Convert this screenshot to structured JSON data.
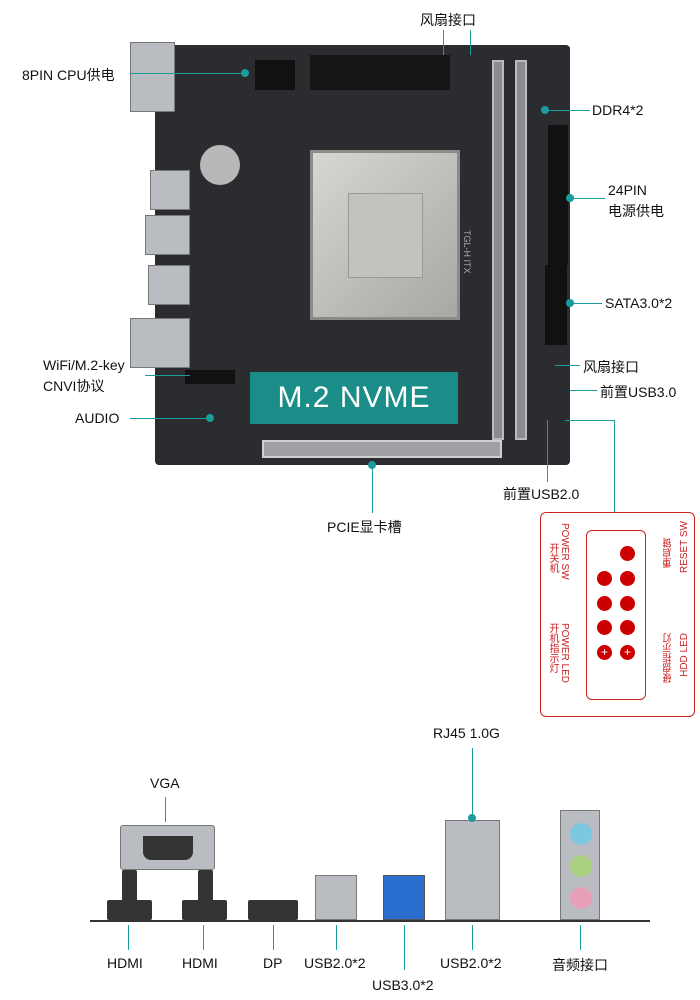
{
  "board": {
    "silk": "TGL-H ITX",
    "m2_banner": "M.2 NVME"
  },
  "callouts": {
    "fan_top": "风扇接口",
    "cpu_power": "8PIN CPU供电",
    "ddr": "DDR4*2",
    "atx_line1": "24PIN",
    "atx_line2": "电源供电",
    "sata": "SATA3.0*2",
    "fan_side": "风扇接口",
    "front_usb3": "前置USB3.0",
    "wifi_line1": "WiFi/M.2-key",
    "wifi_line2": "CNVI协议",
    "audio": "AUDIO",
    "front_usb2": "前置USB2.0",
    "pcie": "PCIE显卡槽"
  },
  "front_panel": {
    "reset_en": "RESET SW",
    "reset_cn": "重启键",
    "power_en": "POWER SW",
    "power_cn": "开关机",
    "hdd_en": "HDD LED",
    "hdd_cn": "硬盘指示灯",
    "pled_en": "POWER LED",
    "pled_cn": "开机指示灯",
    "plus": "+"
  },
  "io": {
    "vga": "VGA",
    "rj45": "RJ45 1.0G",
    "hdmi1": "HDMI",
    "hdmi2": "HDMI",
    "dp": "DP",
    "usb2a": "USB2.0*2",
    "usb3": "USB3.0*2",
    "usb2b": "USB2.0*2",
    "audio": "音频接口"
  },
  "colors": {
    "accent": "#1a9c9c",
    "header": "#cc0000",
    "board": "#2a2c30"
  }
}
